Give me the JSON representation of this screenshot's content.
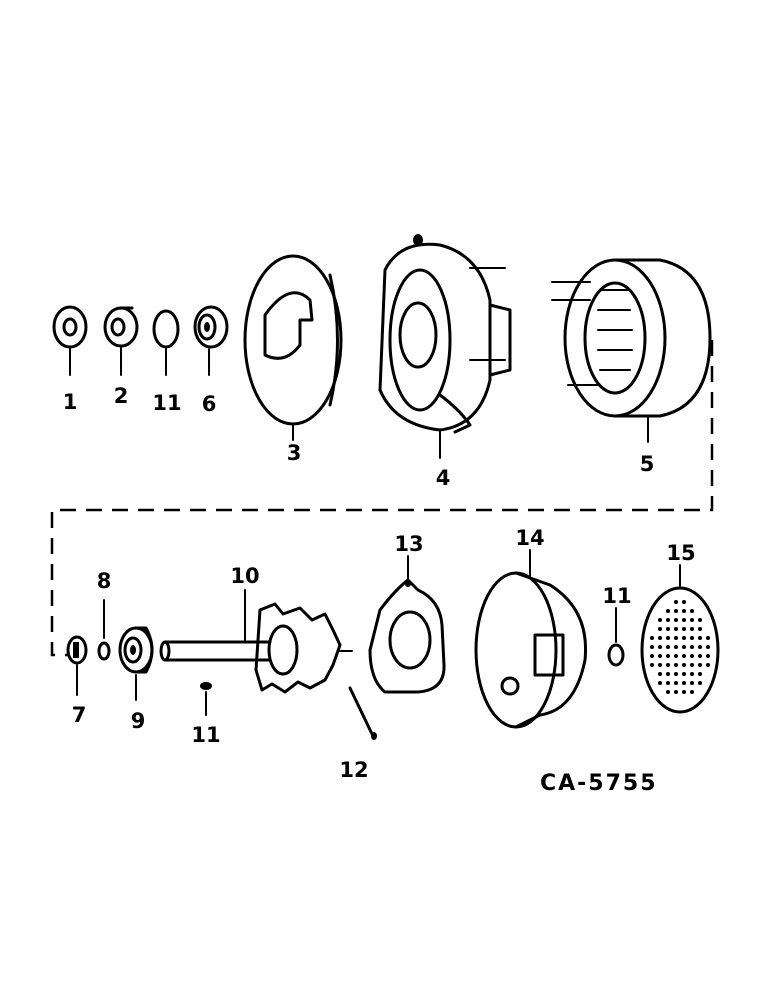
{
  "labels": {
    "p1": "1",
    "p2": "2",
    "p11a": "11",
    "p6": "6",
    "p3": "3",
    "p4": "4",
    "p5": "5",
    "p7": "7",
    "p8": "8",
    "p9": "9",
    "p10": "10",
    "p11b": "11",
    "p12": "12",
    "p13": "13",
    "p14": "14",
    "p11c": "11",
    "p15": "15"
  },
  "drawing_code": "CA-5755"
}
